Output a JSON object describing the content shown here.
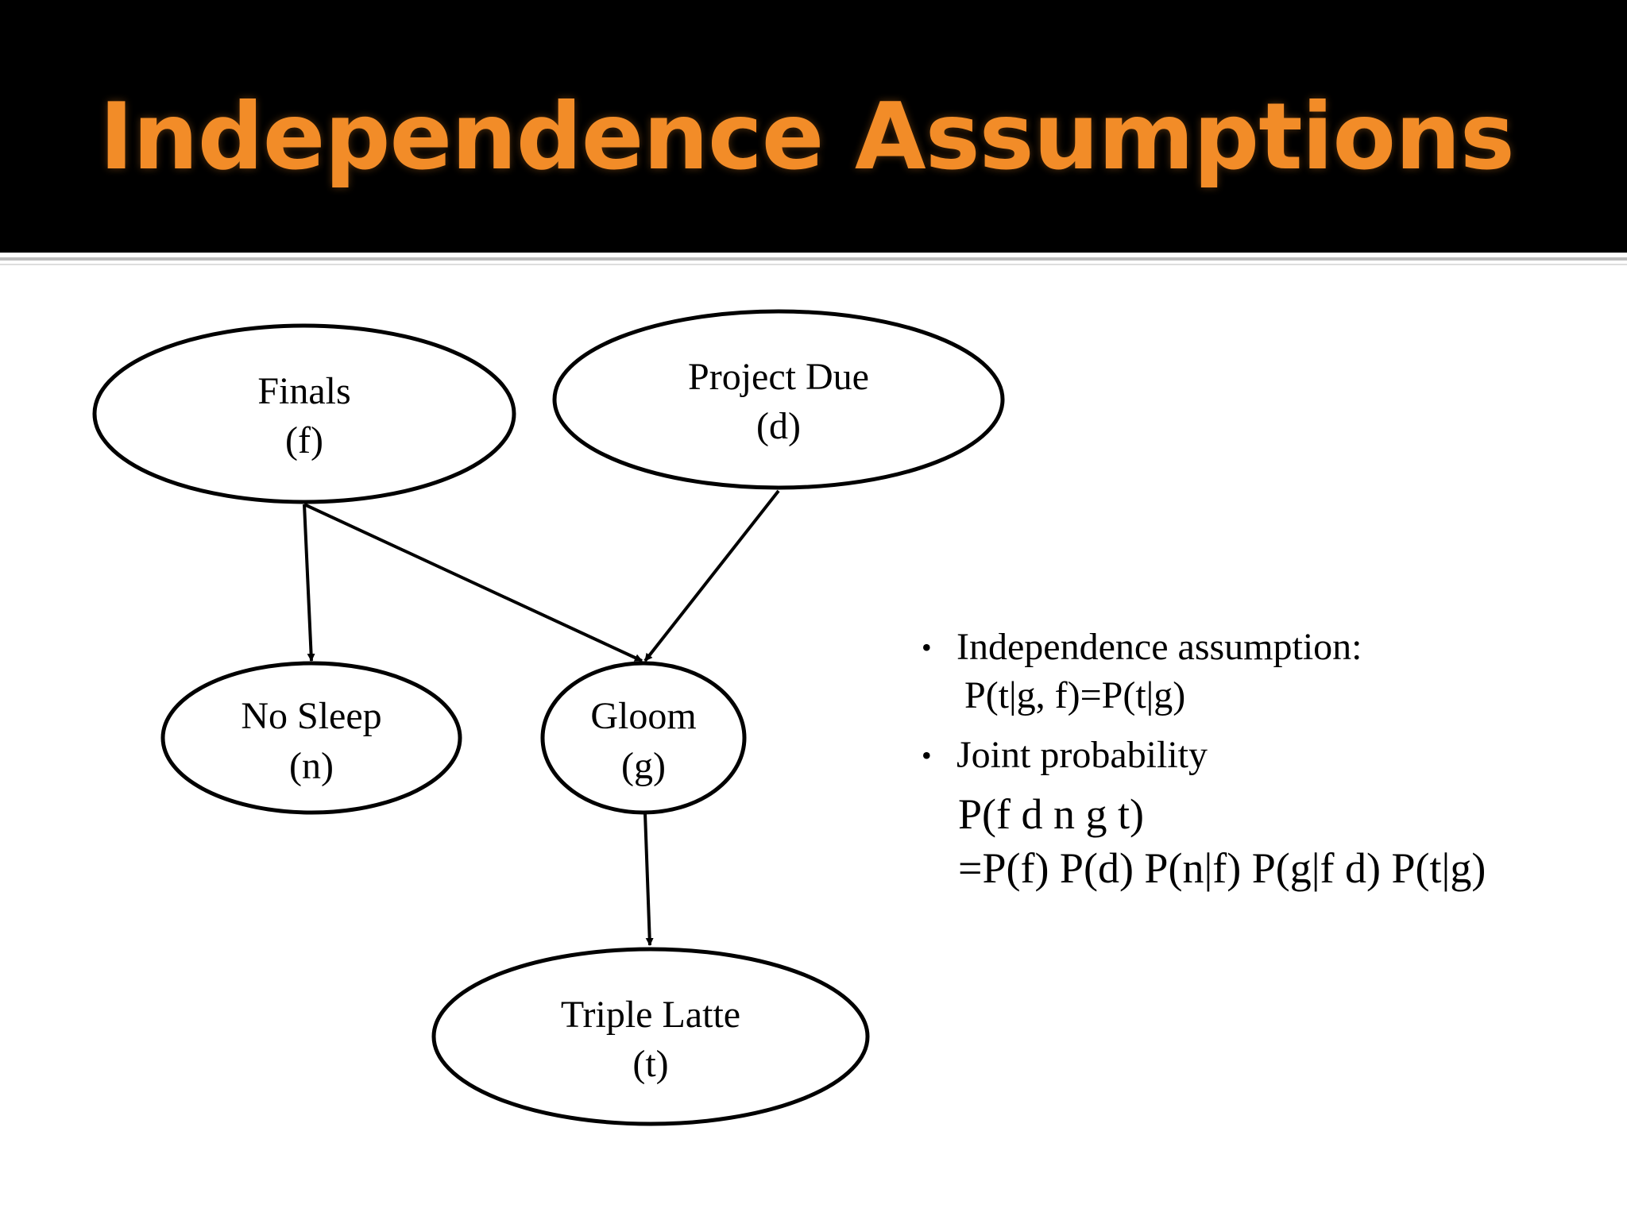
{
  "slide": {
    "title": "Independence Assumptions"
  },
  "diagram": {
    "nodes": {
      "finals": {
        "label": "Finals",
        "var": "(f)"
      },
      "project_due": {
        "label": "Project Due",
        "var": "(d)"
      },
      "no_sleep": {
        "label": "No Sleep",
        "var": "(n)"
      },
      "gloom": {
        "label": "Gloom",
        "var": "(g)"
      },
      "triple_latte": {
        "label": "Triple Latte",
        "var": "(t)"
      }
    },
    "edges": [
      {
        "from": "finals",
        "to": "no_sleep"
      },
      {
        "from": "finals",
        "to": "gloom"
      },
      {
        "from": "project_due",
        "to": "gloom"
      },
      {
        "from": "gloom",
        "to": "triple_latte"
      }
    ]
  },
  "bullets": {
    "items": [
      {
        "text": "Independence assumption:",
        "sub": "P(t|g, f)=P(t|g)"
      },
      {
        "text": "Joint probability",
        "formula_1": "P(f d n g t)",
        "formula_2": "=P(f) P(d) P(n|f) P(g|f d) P(t|g)"
      }
    ]
  },
  "colors": {
    "title": "#f28c28",
    "header_background": "#000000"
  }
}
